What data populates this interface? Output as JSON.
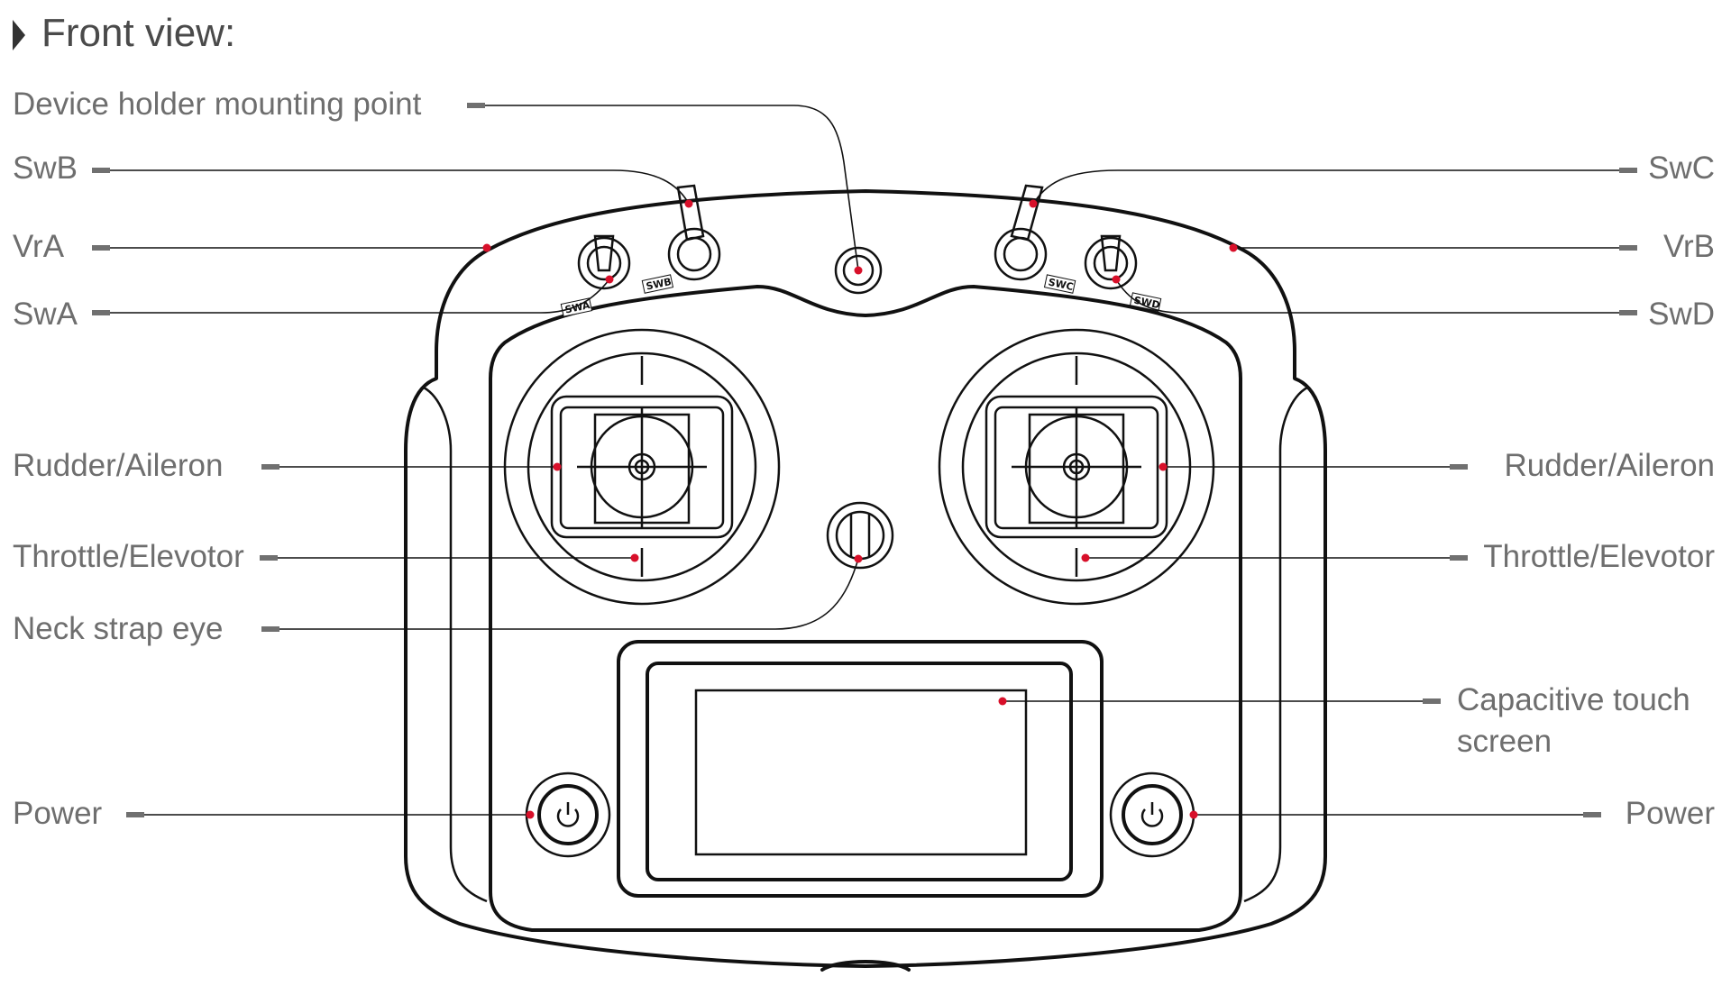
{
  "header": {
    "title": "Front view:"
  },
  "labels": {
    "device_holder": "Device holder mounting point",
    "swb": "SwB",
    "swc": "SwC",
    "vra": "VrA",
    "vrb": "VrB",
    "swa": "SwA",
    "swd": "SwD",
    "rudder_left": "Rudder/Aileron",
    "rudder_right": "Rudder/Aileron",
    "throttle_left": "Throttle/Elevotor",
    "throttle_right": "Throttle/Elevotor",
    "neck_strap": "Neck strap eye",
    "touch_line1": "Capacitive touch",
    "touch_line2": "screen",
    "power_left": "Power",
    "power_right": "Power"
  },
  "switch_marks": {
    "swa": "SWA",
    "swb": "SWB",
    "swc": "SWC",
    "swd": "SWD"
  },
  "colors": {
    "callout_dot": "#d8102a",
    "label_text": "#6e6e6e",
    "outline": "#111111"
  },
  "icons": {
    "title_marker": "triangle-right-icon",
    "power": "power-icon",
    "gimbal_center": "gear-icon"
  }
}
